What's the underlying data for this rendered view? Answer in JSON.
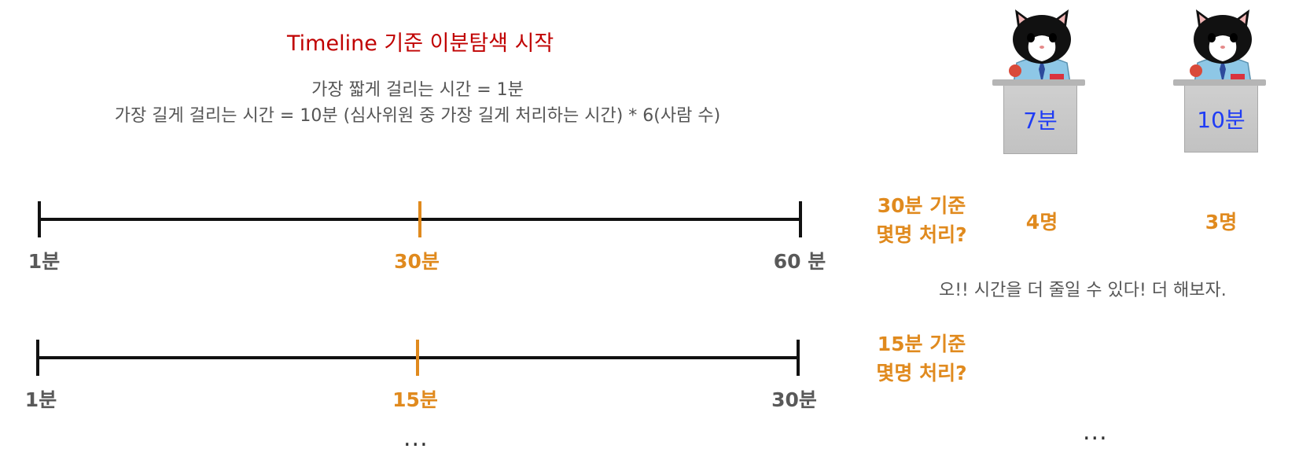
{
  "title": "Timeline 기준 이분탐색 시작",
  "description": {
    "line1": "가장 짧게 걸리는 시간 = 1분",
    "line2": "가장 길게 걸리는 시간 = 10분 (심사위원 중 가장 길게 처리하는 시간) * 6(사람 수)"
  },
  "timelines": [
    {
      "start": "1분",
      "mid": "30분",
      "end": "60 분",
      "question_line1": "30분 기준",
      "question_line2": "몇명 처리?"
    },
    {
      "start": "1분",
      "mid": "15분",
      "end": "30분",
      "question_line1": "15분 기준",
      "question_line2": "몇명 처리?"
    }
  ],
  "reviewers": [
    {
      "time": "7분",
      "count": "4명"
    },
    {
      "time": "10분",
      "count": "3명"
    }
  ],
  "remark": "오!! 시간을 더 줄일 수 있다! 더 해보자.",
  "ellipsis_left": "...",
  "ellipsis_right": "...",
  "colors": {
    "accent": "#e08a1e",
    "title": "#c00000",
    "desk_label": "#1f3cf5"
  }
}
